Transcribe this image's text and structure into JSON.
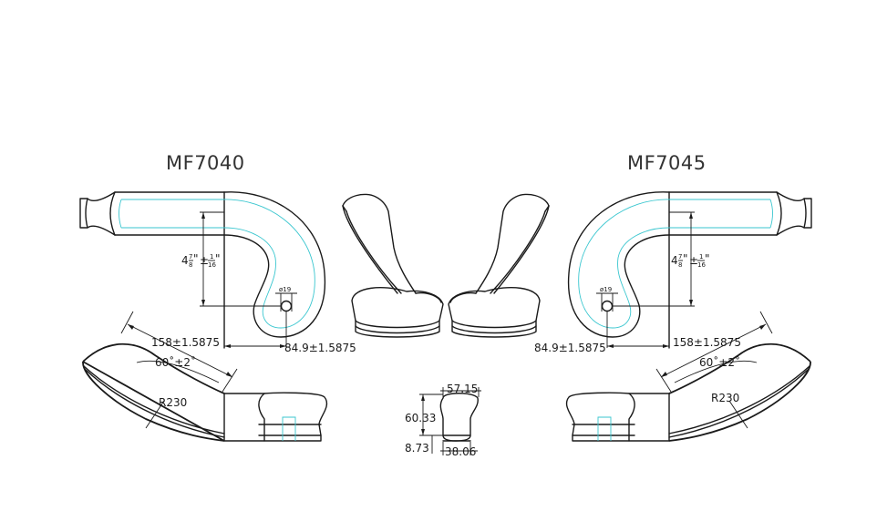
{
  "drawings": {
    "left_title": "MF7040",
    "right_title": "MF7045"
  },
  "dimensions": {
    "rise_whole": "4",
    "rise_frac_num": "7",
    "rise_frac_den": "8",
    "rise_inch": "\"",
    "rise_tol_pm": "±",
    "rise_tol_num": "1",
    "rise_tol_den": "16",
    "rise_tol_inch": "\"",
    "hole_dia": "ø19",
    "offset": "84.9±1.5875",
    "length": "158±1.5875",
    "angle": "60˚±2˚",
    "radius": "R230",
    "profile_width_top": "57.15",
    "profile_height": "60.33",
    "profile_base_height": "8.73",
    "profile_width_bottom": "38.06"
  }
}
